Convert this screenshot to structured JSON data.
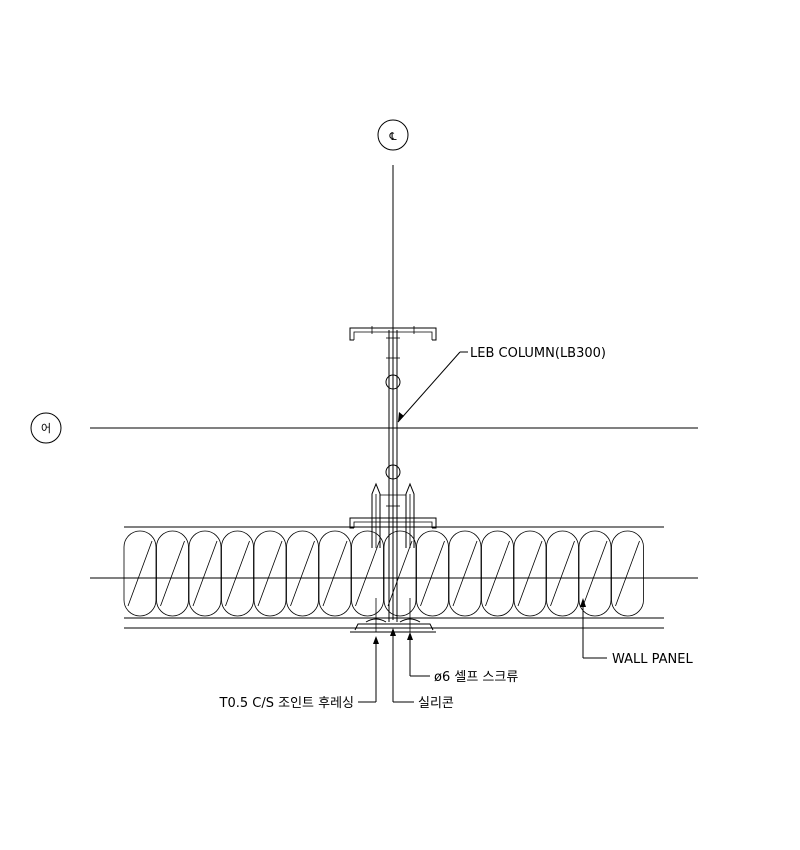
{
  "symbols": {
    "centerline": "℄",
    "grid_marker": "어"
  },
  "labels": {
    "column": "LEB COLUMN(LB300)",
    "wall_panel": "WALL PANEL",
    "screw": "ø6 셀프 스크류",
    "flashing": "T0.5 C/S 조인트 후레싱",
    "silicone": "실리콘"
  }
}
